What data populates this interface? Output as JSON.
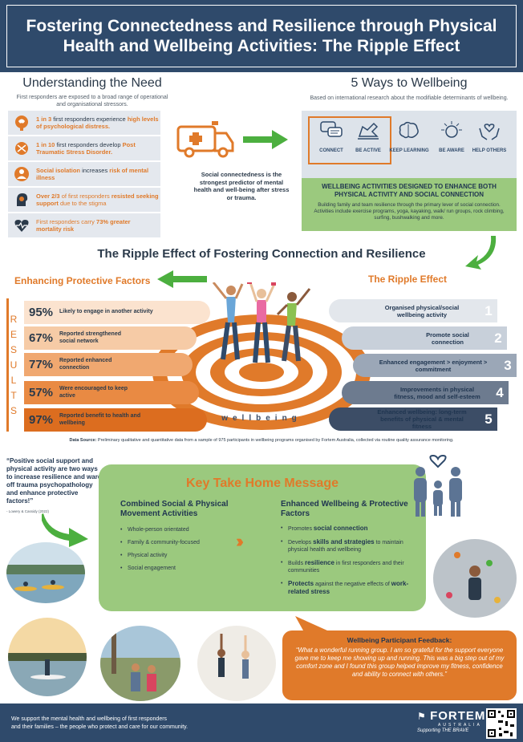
{
  "header": {
    "title": "Fostering Connectedness and Resilience through Physical Health and Wellbeing Activities: The Ripple Effect"
  },
  "need": {
    "title": "Understanding the Need",
    "intro": "First responders are exposed to a broad range of operational and organisational stressors.",
    "items": [
      {
        "pre": "",
        "hl": "1 in 3",
        "mid": " first responders experience ",
        "hl2": "high levels of psychological distress.",
        "icon": "brain-head-icon"
      },
      {
        "pre": "",
        "hl": "1 in 10",
        "mid": " first responders develop ",
        "hl2": "Post Traumatic Stress Disorder.",
        "icon": "stress-icon"
      },
      {
        "pre": "",
        "hl": "Social isolation",
        "mid": " increases ",
        "hl2": "risk of mental illness",
        "icon": "isolated-person-icon"
      },
      {
        "pre": "",
        "hl": "Over 2/3",
        "mid": " of first responders ",
        "hl2": "resisted seeking support",
        "post": " due to the stigma",
        "icon": "head-gear-icon"
      },
      {
        "pre": "First responders carry ",
        "hl": "73% greater",
        "mid": "",
        "hl2": "mortality risk",
        "icon": "heart-pulse-icon"
      }
    ],
    "ambulance_caption": "Social connectedness is the strongest predictor of mental health and well-being after stress or trauma."
  },
  "ways": {
    "title": "5 Ways to Wellbeing",
    "intro": "Based on international research about the modifiable determinants of wellbeing.",
    "items": [
      "CONNECT",
      "BE ACTIVE",
      "KEEP LEARNING",
      "BE AWARE",
      "HELP OTHERS"
    ],
    "activities_head": "WELLBEING ACTIVITIES DESIGNED TO ENHANCE BOTH PHYSICAL ACTIVITY AND SOCIAL CONNECTION",
    "activities_body": "Building family and team resilience through the primary lever of social connection. Activities include exercise programs, yoga, kayaking, walk/ run groups, rock climbing, surfing, bushwalking and more."
  },
  "ripple": {
    "title": "The Ripple Effect of Fostering Connection and Resilience",
    "left_head": "Enhancing Protective Factors",
    "right_head": "The Ripple Effect",
    "results_letters": [
      "R",
      "E",
      "S",
      "U",
      "L",
      "T",
      "S"
    ],
    "results": [
      {
        "pct": "95%",
        "text": "Likely to engage in another activity",
        "color": "#fbe3cf"
      },
      {
        "pct": "67%",
        "text": "Reported strengthened social network",
        "color": "#f6cba6"
      },
      {
        "pct": "77%",
        "text": "Reported enhanced connection",
        "color": "#f0a870"
      },
      {
        "pct": "57%",
        "text": "Were encouraged to keep active",
        "color": "#e98a43"
      },
      {
        "pct": "97%",
        "text": "Reported benefit to health and wellbeing",
        "color": "#dc6d1f"
      }
    ],
    "effects": [
      {
        "num": "1",
        "text": "Organised physical/social wellbeing activity",
        "color": "#e3e7ec"
      },
      {
        "num": "2",
        "text": "Promote social connection",
        "color": "#c8d0da"
      },
      {
        "num": "3",
        "text": "Enhanced engagement > enjoyment > commitment",
        "color": "#9ba7b7"
      },
      {
        "num": "4",
        "text": "Improvements in physical fitness, mood and self-esteem",
        "color": "#6d7b8f"
      },
      {
        "num": "5",
        "text": "Enhanced wellbeing: long-term benefits of physical & mental fitness",
        "color": "#3c4d66"
      }
    ],
    "center_word": "wellbeing",
    "data_source_label": "Data Source:",
    "data_source": " Preliminary qualitative and quantitative data from a sample of 975 participants in wellbeing programs organised by Fortem Australia, collected via routine quality assurance monitoring."
  },
  "quote": {
    "text": "“Positive social support and physical activity are two ways to increase resilience and ward off trauma psychopathology and enhance protective factors!”",
    "cite": "- Lowery & Cassidy (2022)"
  },
  "key": {
    "title": "Key Take Home Message",
    "left_head": "Combined Social & Physical Movement Activities",
    "left_items": [
      "Whole-person orientated",
      "Family & community-focused",
      "Physical  activity",
      "Social engagement"
    ],
    "right_head": "Enhanced Wellbeing & Protective Factors",
    "right_items": [
      {
        "a": "Promotes ",
        "b": "social connection",
        "c": ""
      },
      {
        "a": "Develops ",
        "b": "skills and strategies",
        "c": " to maintain physical health and wellbeing"
      },
      {
        "a": "Builds ",
        "b": "resilience",
        "c": " in first responders and their communities"
      },
      {
        "a": "",
        "b": "Protects",
        "c": " against the negative effects of ",
        "d": "work-related stress"
      }
    ]
  },
  "feedback": {
    "title": "Wellbeing Participant Feedback:",
    "body": "“What a wonderful running group. I am so grateful for the support everyone gave me to keep me showing up and running. This was a big step out of my comfort zone and I found this group helped improve my fitness, confidence and ability to connect with others.”"
  },
  "footer": {
    "line1": "We support the mental health and wellbeing of first responders",
    "line2": "and their families – the people who protect and care for our community.",
    "brand": "FORTEM",
    "brand_sub": "AUSTRALIA",
    "tagline": "Supporting THE BRAVE"
  },
  "colors": {
    "navy": "#2f4a6b",
    "orange": "#e07a2a",
    "green": "#9bc97e",
    "arrow_green": "#4caf3f"
  }
}
